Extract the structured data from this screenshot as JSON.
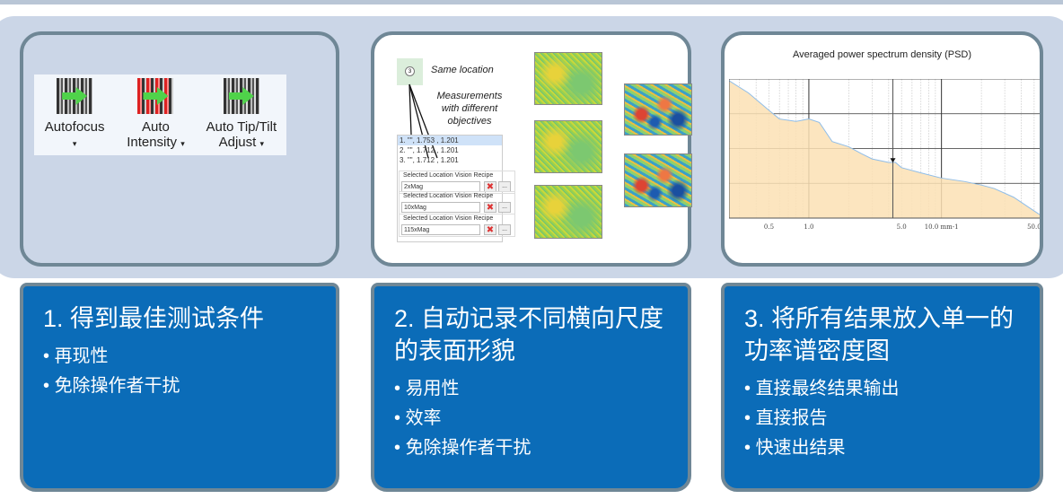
{
  "card1": {
    "buttons": [
      {
        "label": "Autofocus",
        "caret": "▾"
      },
      {
        "label": "Auto Intensity",
        "caret": "▾"
      },
      {
        "label": "Auto Tip/Tilt Adjust",
        "caret": "▾"
      }
    ]
  },
  "card2": {
    "same_location": "Same location",
    "measurements": "Measurements with different objectives",
    "marker": "3",
    "list": [
      "1.  \"\", 1.753 , 1.201",
      "2.  \"\", 1.712 , 1.201",
      "3.  \"\", 1.712 , 1.201"
    ],
    "recipes": [
      {
        "label": "Selected Location Vision Recipe",
        "value": "2xMag"
      },
      {
        "label": "Selected Location Vision Recipe",
        "value": "10xMag"
      },
      {
        "label": "Selected Location Vision Recipe",
        "value": "115xMag"
      }
    ],
    "delete_icon": "✖",
    "browse_label": "..."
  },
  "chart_data": {
    "type": "area",
    "title": "Averaged power spectrum density (PSD)",
    "xscale": "log",
    "xlim": [
      0.25,
      55
    ],
    "ylim": [
      0,
      4
    ],
    "xticks": [
      {
        "v": 0.5,
        "label": "0.5"
      },
      {
        "v": 1.0,
        "label": "1.0"
      },
      {
        "v": 5.0,
        "label": "5.0"
      },
      {
        "v": 10.0,
        "label": "10.0 mm-1"
      },
      {
        "v": 50.0,
        "label": "50.0"
      }
    ],
    "x": [
      0.25,
      0.35,
      0.5,
      0.6,
      0.8,
      1.0,
      1.2,
      1.5,
      2,
      2.5,
      3,
      4,
      4.5,
      5,
      7,
      10,
      15,
      20,
      25,
      35,
      55
    ],
    "y": [
      3.95,
      3.6,
      3.1,
      2.85,
      2.78,
      2.85,
      2.75,
      2.2,
      2.05,
      1.85,
      1.7,
      1.6,
      1.6,
      1.45,
      1.3,
      1.15,
      1.05,
      0.95,
      0.85,
      0.6,
      0.1
    ],
    "fill": "#fbe0b4",
    "line": "#8fbde8"
  },
  "box1": {
    "title": "1. 得到最佳测试条件",
    "items": [
      "再现性",
      "免除操作者干扰"
    ]
  },
  "box2": {
    "title": "2. 自动记录不同横向尺度的表面形貌",
    "items": [
      "易用性",
      "效率",
      "免除操作者干扰"
    ]
  },
  "box3": {
    "title": "3. 将所有结果放入单一的功率谱密度图",
    "items": [
      "直接最终结果输出",
      "直接报告",
      "快速出结果"
    ]
  }
}
